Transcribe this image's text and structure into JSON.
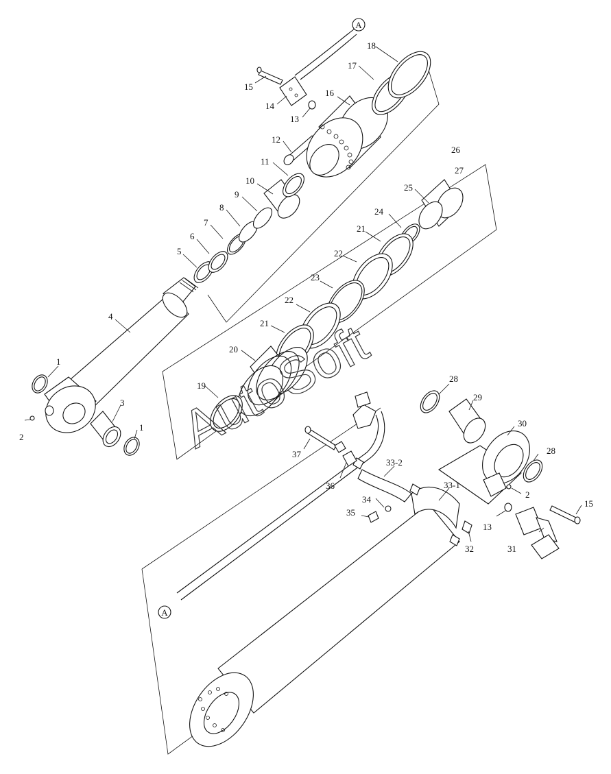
{
  "diagram": {
    "watermark": "AutoSoft",
    "connector_label": "A",
    "part_labels": [
      "1",
      "1",
      "2",
      "2",
      "3",
      "4",
      "5",
      "6",
      "7",
      "8",
      "9",
      "10",
      "11",
      "12",
      "13",
      "13",
      "14",
      "15",
      "15",
      "16",
      "17",
      "18",
      "19",
      "20",
      "21",
      "21",
      "22",
      "22",
      "23",
      "24",
      "25",
      "26",
      "27",
      "28",
      "28",
      "29",
      "30",
      "31",
      "32",
      "33-1",
      "33-2",
      "34",
      "35",
      "36",
      "37"
    ]
  }
}
